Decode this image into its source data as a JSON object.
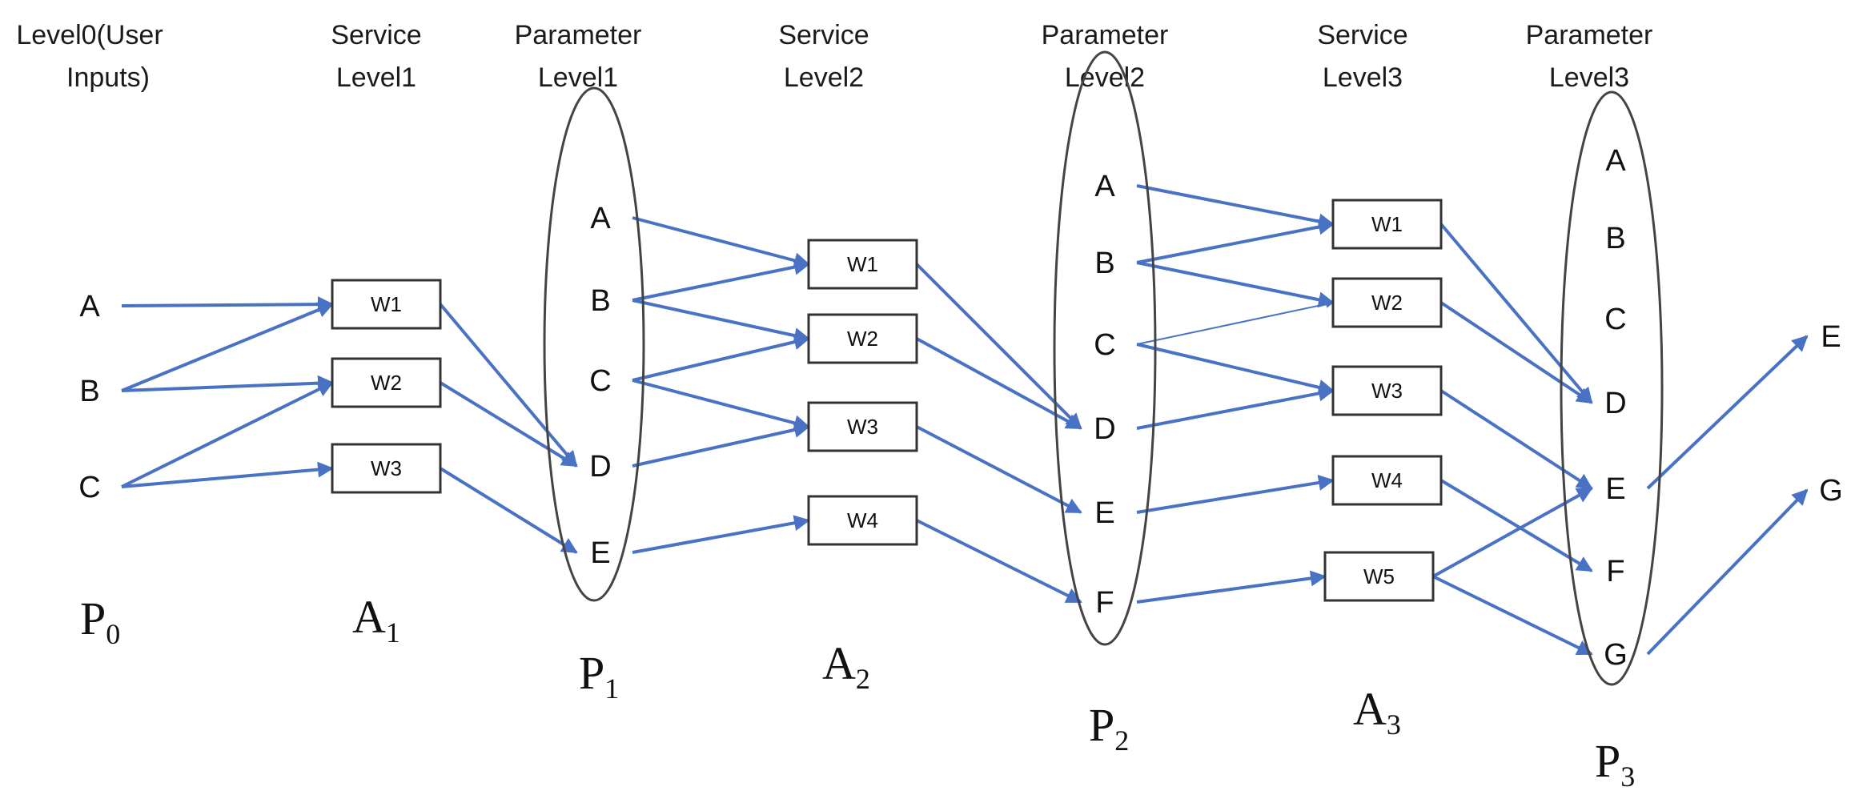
{
  "headers": [
    {
      "id": "level0",
      "lines": [
        "Level0(User",
        "Inputs)"
      ]
    },
    {
      "id": "service1",
      "lines": [
        "Service",
        "Level1"
      ]
    },
    {
      "id": "param1",
      "lines": [
        "Parameter",
        "Level1"
      ]
    },
    {
      "id": "service2",
      "lines": [
        "Service",
        "Level2"
      ]
    },
    {
      "id": "param2",
      "lines": [
        "Parameter",
        "Level2"
      ]
    },
    {
      "id": "service3",
      "lines": [
        "Service",
        "Level3"
      ]
    },
    {
      "id": "param3",
      "lines": [
        "Parameter",
        "Level3"
      ]
    }
  ],
  "level_symbols": [
    {
      "id": "p0",
      "base": "P",
      "sub": "0"
    },
    {
      "id": "a1",
      "base": "A",
      "sub": "1"
    },
    {
      "id": "p1",
      "base": "P",
      "sub": "1"
    },
    {
      "id": "a2",
      "base": "A",
      "sub": "2"
    },
    {
      "id": "p2",
      "base": "P",
      "sub": "2"
    },
    {
      "id": "a3",
      "base": "A",
      "sub": "3"
    },
    {
      "id": "p3",
      "base": "P",
      "sub": "3"
    }
  ],
  "parameter_nodes": [
    {
      "id": "p0-A",
      "label": "A"
    },
    {
      "id": "p0-B",
      "label": "B"
    },
    {
      "id": "p0-C",
      "label": "C"
    },
    {
      "id": "p1-A",
      "label": "A"
    },
    {
      "id": "p1-B",
      "label": "B"
    },
    {
      "id": "p1-C",
      "label": "C"
    },
    {
      "id": "p1-D",
      "label": "D"
    },
    {
      "id": "p1-E",
      "label": "E"
    },
    {
      "id": "p2-A",
      "label": "A"
    },
    {
      "id": "p2-B",
      "label": "B"
    },
    {
      "id": "p2-C",
      "label": "C"
    },
    {
      "id": "p2-D",
      "label": "D"
    },
    {
      "id": "p2-E",
      "label": "E"
    },
    {
      "id": "p2-F",
      "label": "F"
    },
    {
      "id": "p3-A",
      "label": "A"
    },
    {
      "id": "p3-B",
      "label": "B"
    },
    {
      "id": "p3-C",
      "label": "C"
    },
    {
      "id": "p3-D",
      "label": "D"
    },
    {
      "id": "p3-E",
      "label": "E"
    },
    {
      "id": "p3-F",
      "label": "F"
    },
    {
      "id": "p3-G",
      "label": "G"
    },
    {
      "id": "out-E",
      "label": "E"
    },
    {
      "id": "out-G",
      "label": "G"
    }
  ],
  "service_nodes": [
    {
      "id": "a1-W1",
      "label": "W1"
    },
    {
      "id": "a1-W2",
      "label": "W2"
    },
    {
      "id": "a1-W3",
      "label": "W3"
    },
    {
      "id": "a2-W1",
      "label": "W1"
    },
    {
      "id": "a2-W2",
      "label": "W2"
    },
    {
      "id": "a2-W3",
      "label": "W3"
    },
    {
      "id": "a2-W4",
      "label": "W4"
    },
    {
      "id": "a3-W1",
      "label": "W1"
    },
    {
      "id": "a3-W2",
      "label": "W2"
    },
    {
      "id": "a3-W3",
      "label": "W3"
    },
    {
      "id": "a3-W4",
      "label": "W4"
    },
    {
      "id": "a3-W5",
      "label": "W5"
    }
  ],
  "edges": [
    {
      "from": "p0-A",
      "to": "a1-W1"
    },
    {
      "from": "p0-B",
      "to": "a1-W1"
    },
    {
      "from": "p0-B",
      "to": "a1-W2"
    },
    {
      "from": "p0-C",
      "to": "a1-W2"
    },
    {
      "from": "p0-C",
      "to": "a1-W3"
    },
    {
      "from": "a1-W1",
      "to": "p1-D"
    },
    {
      "from": "a1-W2",
      "to": "p1-D"
    },
    {
      "from": "a1-W3",
      "to": "p1-E"
    },
    {
      "from": "p1-A",
      "to": "a2-W1"
    },
    {
      "from": "p1-B",
      "to": "a2-W1"
    },
    {
      "from": "p1-B",
      "to": "a2-W2"
    },
    {
      "from": "p1-C",
      "to": "a2-W2"
    },
    {
      "from": "p1-C",
      "to": "a2-W3"
    },
    {
      "from": "p1-D",
      "to": "a2-W3"
    },
    {
      "from": "p1-E",
      "to": "a2-W4"
    },
    {
      "from": "a2-W1",
      "to": "p2-D"
    },
    {
      "from": "a2-W2",
      "to": "p2-D"
    },
    {
      "from": "a2-W3",
      "to": "p2-E"
    },
    {
      "from": "a2-W4",
      "to": "p2-F"
    },
    {
      "from": "p2-A",
      "to": "a3-W1"
    },
    {
      "from": "p2-B",
      "to": "a3-W1"
    },
    {
      "from": "p2-B",
      "to": "a3-W2"
    },
    {
      "from": "p2-C",
      "to": "a3-W2",
      "thin": true
    },
    {
      "from": "p2-C",
      "to": "a3-W3"
    },
    {
      "from": "p2-D",
      "to": "a3-W3"
    },
    {
      "from": "p2-E",
      "to": "a3-W4"
    },
    {
      "from": "p2-F",
      "to": "a3-W5"
    },
    {
      "from": "a3-W1",
      "to": "p3-D"
    },
    {
      "from": "a3-W2",
      "to": "p3-D"
    },
    {
      "from": "a3-W3",
      "to": "p3-E"
    },
    {
      "from": "a3-W4",
      "to": "p3-F"
    },
    {
      "from": "a3-W5",
      "to": "p3-E"
    },
    {
      "from": "a3-W5",
      "to": "p3-G"
    },
    {
      "from": "p3-E",
      "to": "out-E"
    },
    {
      "from": "p3-G",
      "to": "out-G"
    }
  ],
  "colors": {
    "edge": "#4a72c4",
    "box_stroke": "#333333",
    "ellipse_stroke": "#444444"
  }
}
